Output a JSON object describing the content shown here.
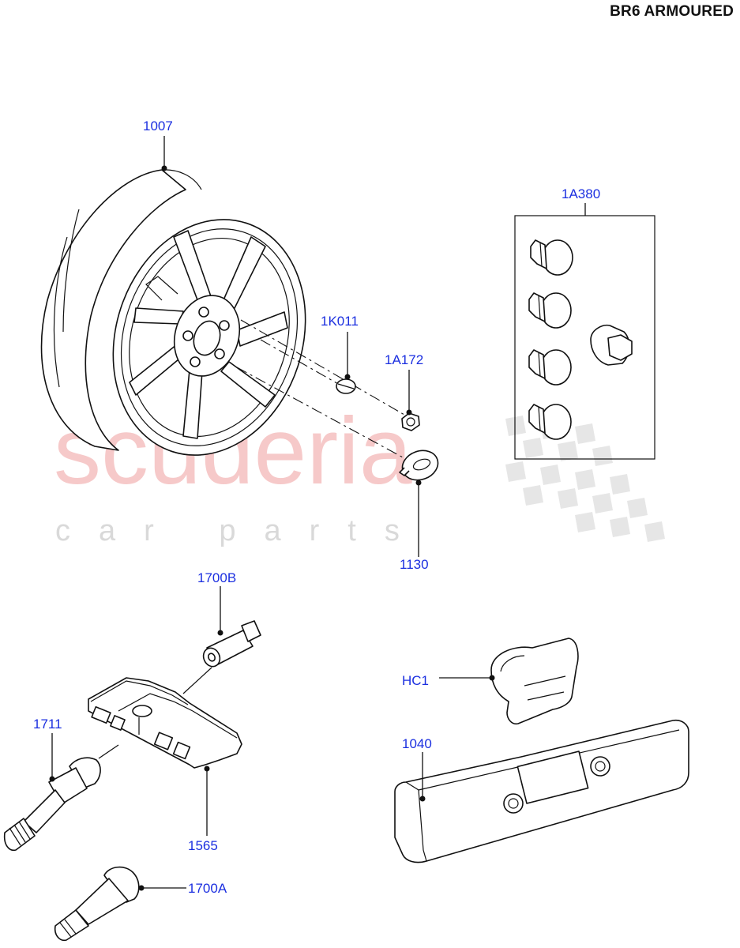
{
  "header": {
    "title": "BR6 ARMOURED"
  },
  "watermark": {
    "brand": "scuderia",
    "tagline": "car parts",
    "brand_color": "#f6c9c9"
  },
  "callouts": {
    "c1007": "1007",
    "c1A380": "1A380",
    "c1K011": "1K011",
    "c1A172": "1A172",
    "c1130": "1130",
    "c1700B": "1700B",
    "cHC1": "HC1",
    "c1711": "1711",
    "c1040": "1040",
    "c1565": "1565",
    "c1700A": "1700A"
  },
  "colors": {
    "callout_text": "#1b2fe0",
    "line": "#111111"
  }
}
